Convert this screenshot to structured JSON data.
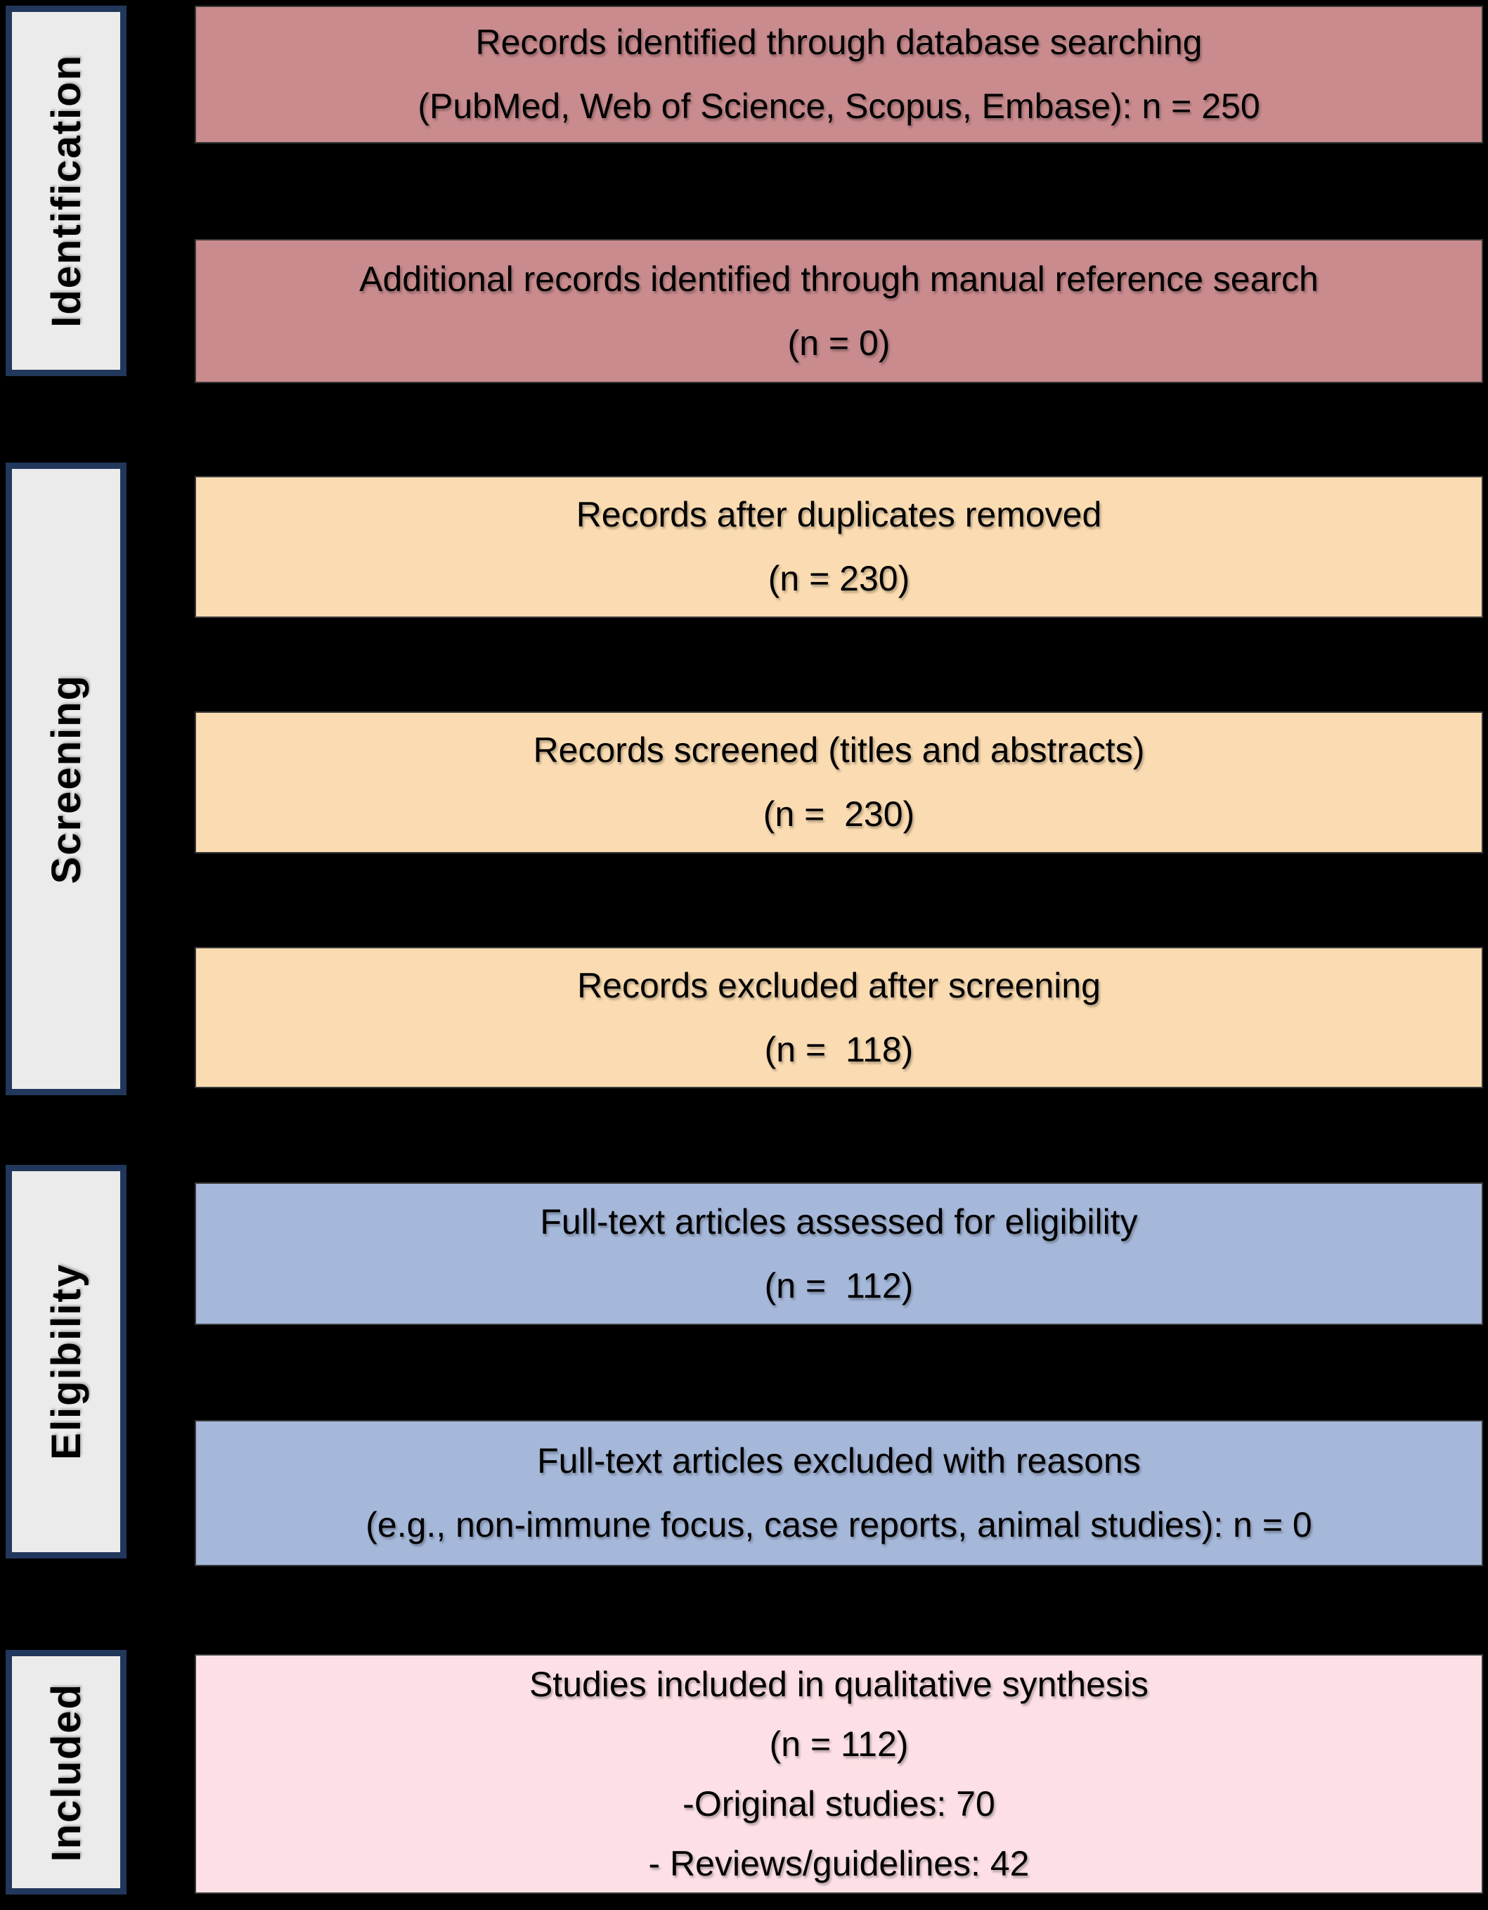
{
  "colors": {
    "background": "#000000",
    "stage_label_fill": "#EBEBEB",
    "stage_label_border": "#21375B",
    "identification_fill": "#C98B8E",
    "screening_fill": "#FBDCB2",
    "eligibility_fill": "#A6B8DA",
    "included_fill": "#FCE0E5",
    "text": "#000000"
  },
  "stages": [
    {
      "label": "Identification"
    },
    {
      "label": "Screening"
    },
    {
      "label": "Eligibility"
    },
    {
      "label": "Included"
    }
  ],
  "boxes": [
    {
      "stage": "Identification",
      "lines": [
        "Records identified through database searching",
        "(PubMed, Web of Science, Scopus, Embase): n = 250"
      ]
    },
    {
      "stage": "Identification",
      "lines": [
        "Additional records identified through manual reference search",
        "(n = 0)"
      ]
    },
    {
      "stage": "Screening",
      "lines": [
        "Records after duplicates removed",
        "(n = 230)"
      ]
    },
    {
      "stage": "Screening",
      "lines": [
        "Records screened (titles and abstracts)",
        "(n =  230)"
      ]
    },
    {
      "stage": "Screening",
      "lines": [
        "Records excluded after screening",
        "(n =  118)"
      ]
    },
    {
      "stage": "Eligibility",
      "lines": [
        "Full-text articles assessed for eligibility",
        "(n =  112)"
      ]
    },
    {
      "stage": "Eligibility",
      "lines": [
        "Full-text articles excluded with reasons",
        "(e.g., non-immune focus, case reports, animal studies): n = 0"
      ]
    },
    {
      "stage": "Included",
      "lines": [
        "Studies included in qualitative synthesis",
        "(n = 112)",
        "-Original studies: 70",
        "- Reviews/guidelines: 42"
      ]
    }
  ]
}
